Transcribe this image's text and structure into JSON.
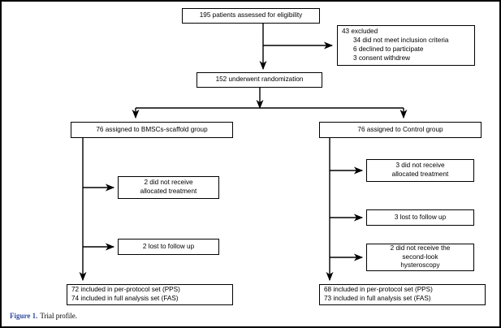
{
  "figure": {
    "label": "Figure 1.",
    "caption": "Trial profile.",
    "label_color": "#2e4a9e"
  },
  "flowchart": {
    "type": "consort-trial-profile",
    "nodes": {
      "eligibility": {
        "id": "eligibility",
        "lines": [
          "195 patients assessed for eligibility"
        ],
        "align": "center"
      },
      "excluded": {
        "id": "excluded",
        "lines": [
          "43 excluded",
          "34 did not meet inclusion criteria",
          "6 declined to participate",
          "3 consent withdrew"
        ],
        "align": "left"
      },
      "randomized": {
        "id": "randomized",
        "lines": [
          "152 underwent randomization"
        ],
        "align": "center"
      },
      "group_bmsc": {
        "id": "group_bmsc",
        "lines": [
          "76 assigned to BMSCs-scaffold group"
        ],
        "align": "center"
      },
      "group_control": {
        "id": "group_control",
        "lines": [
          "76 assigned to Control group"
        ],
        "align": "center"
      },
      "left_no_treatment": {
        "id": "left_no_treatment",
        "lines": [
          "2 did not receive",
          "allocated treatment"
        ],
        "align": "center"
      },
      "left_lost": {
        "id": "left_lost",
        "lines": [
          "2 lost to follow up"
        ],
        "align": "center"
      },
      "right_no_treatment": {
        "id": "right_no_treatment",
        "lines": [
          "3 did not receive",
          "allocated treatment"
        ],
        "align": "center"
      },
      "right_lost": {
        "id": "right_lost",
        "lines": [
          "3 lost to follow up"
        ],
        "align": "center"
      },
      "right_no_second_look": {
        "id": "right_no_second_look",
        "lines": [
          "2 did not receive the",
          "second-look",
          "hysteroscopy"
        ],
        "align": "center"
      },
      "left_result": {
        "id": "left_result",
        "lines": [
          "72 included in per-protocol set (PPS)",
          "74 included in full analysis set (FAS)"
        ],
        "align": "left"
      },
      "right_result": {
        "id": "right_result",
        "lines": [
          "68 included in per-protocol set (PPS)",
          "73 included in full analysis set (FAS)"
        ],
        "align": "left"
      }
    },
    "edges": [
      {
        "from": "eligibility",
        "to": "randomized",
        "kind": "down-arrow"
      },
      {
        "from": "eligibility",
        "to": "excluded",
        "kind": "branch-right-arrow"
      },
      {
        "from": "randomized",
        "to": "group_bmsc",
        "kind": "split-down-arrow"
      },
      {
        "from": "randomized",
        "to": "group_control",
        "kind": "split-down-arrow"
      },
      {
        "from": "group_bmsc",
        "to": "left_no_treatment",
        "kind": "branch-right-arrow"
      },
      {
        "from": "group_bmsc",
        "to": "left_lost",
        "kind": "branch-right-arrow"
      },
      {
        "from": "group_bmsc",
        "to": "left_result",
        "kind": "down-arrow"
      },
      {
        "from": "group_control",
        "to": "right_no_treatment",
        "kind": "branch-right-arrow"
      },
      {
        "from": "group_control",
        "to": "right_lost",
        "kind": "branch-right-arrow"
      },
      {
        "from": "group_control",
        "to": "right_no_second_look",
        "kind": "branch-right-arrow"
      },
      {
        "from": "group_control",
        "to": "right_result",
        "kind": "down-arrow"
      }
    ]
  }
}
